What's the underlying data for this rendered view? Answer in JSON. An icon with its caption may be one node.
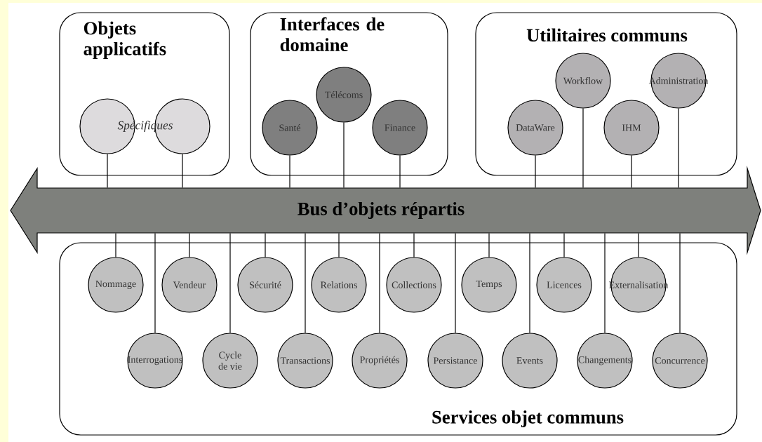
{
  "diagram": {
    "nodes": [
      {
        "text": [
          "Objets applicatifs"
        ]
      },
      {
        "text": [],
        "shape": "circle",
        "in": 0
      },
      {
        "text": [],
        "shape": "circle",
        "in": 0
      },
      {
        "text": [
          "Interfaces de domaine"
        ]
      },
      {
        "text": [
          "Santé"
        ],
        "in": 3
      },
      {
        "text": [
          "Télécoms"
        ],
        "in": 3
      },
      {
        "text": [
          "Finance"
        ],
        "in": 3
      },
      {
        "text": [
          "Utilitaires communs"
        ]
      },
      {
        "text": [
          "DataWare"
        ],
        "in": 7
      },
      {
        "text": [
          "Workflow"
        ],
        "in": 7
      },
      {
        "text": [
          "IHM"
        ],
        "in": 7
      },
      {
        "text": [
          "Administration"
        ],
        "in": 7
      },
      {
        "text": [
          "Bus d’objets répartis"
        ]
      },
      {
        "text": [
          "Services objet communs"
        ]
      },
      {
        "text": [
          "Nommage"
        ],
        "in": 13
      },
      {
        "text": [
          "Vendeur"
        ],
        "in": 13
      },
      {
        "text": [
          "Sécurité"
        ],
        "in": 13
      },
      {
        "text": [
          "Relations"
        ],
        "in": 13
      },
      {
        "text": [
          "Collections"
        ],
        "in": 13
      },
      {
        "text": [
          "Temps"
        ],
        "in": 13
      },
      {
        "text": [
          "Licences"
        ],
        "in": 13
      },
      {
        "text": [
          "Externalisation"
        ],
        "in": 13
      },
      {
        "text": [
          "Interrogations"
        ],
        "in": 13
      },
      {
        "text": [
          "Cycle de vie"
        ],
        "in": 13
      },
      {
        "text": [
          "Transactions"
        ],
        "in": 13
      },
      {
        "text": [
          "Propriétés"
        ],
        "in": 13
      },
      {
        "text": [
          "Persistance"
        ],
        "in": 13
      },
      {
        "text": [
          "Events"
        ],
        "in": 13
      },
      {
        "text": [
          "Changements"
        ],
        "in": 13
      },
      {
        "text": [
          "Concurrence"
        ],
        "in": 13
      }
    ],
    "edges": [
      {
        "from": 1,
        "to": 12,
        "arrow": "none"
      },
      {
        "from": 2,
        "to": 12,
        "arrow": "none"
      },
      {
        "from": 4,
        "to": 12,
        "arrow": "none"
      },
      {
        "from": 5,
        "to": 12,
        "arrow": "none"
      },
      {
        "from": 6,
        "to": 12,
        "arrow": "none"
      },
      {
        "from": 8,
        "to": 12,
        "arrow": "none"
      },
      {
        "from": 9,
        "to": 12,
        "arrow": "none"
      },
      {
        "from": 10,
        "to": 12,
        "arrow": "none"
      },
      {
        "from": 11,
        "to": 12,
        "arrow": "none"
      },
      {
        "from": 14,
        "to": 12,
        "arrow": "none"
      },
      {
        "from": 15,
        "to": 12,
        "arrow": "none"
      },
      {
        "from": 16,
        "to": 12,
        "arrow": "none"
      },
      {
        "from": 17,
        "to": 12,
        "arrow": "none"
      },
      {
        "from": 18,
        "to": 12,
        "arrow": "none"
      },
      {
        "from": 19,
        "to": 12,
        "arrow": "none"
      },
      {
        "from": 20,
        "to": 12,
        "arrow": "none"
      },
      {
        "from": 21,
        "to": 12,
        "arrow": "none"
      },
      {
        "from": 22,
        "to": 12,
        "arrow": "none"
      },
      {
        "from": 23,
        "to": 12,
        "arrow": "none"
      },
      {
        "from": 24,
        "to": 12,
        "arrow": "none"
      },
      {
        "from": 25,
        "to": 12,
        "arrow": "none"
      },
      {
        "from": 26,
        "to": 12,
        "arrow": "none"
      },
      {
        "from": 27,
        "to": 12,
        "arrow": "none"
      },
      {
        "from": 28,
        "to": 12,
        "arrow": "none"
      },
      {
        "from": 29,
        "to": 12,
        "arrow": "none"
      }
    ],
    "labels": [
      "Spécifiques"
    ]
  }
}
